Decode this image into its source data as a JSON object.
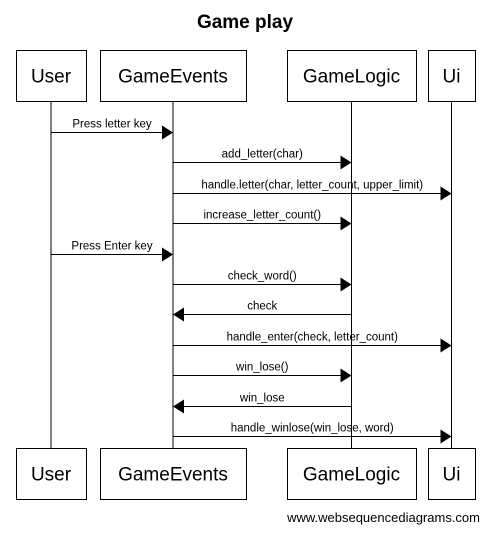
{
  "title": "Game play",
  "participants": [
    {
      "id": "user",
      "label": "User"
    },
    {
      "id": "gameevents",
      "label": "GameEvents"
    },
    {
      "id": "gamelogic",
      "label": "GameLogic"
    },
    {
      "id": "ui",
      "label": "Ui"
    }
  ],
  "messages": [
    {
      "from": "user",
      "to": "gameevents",
      "label": "Press letter key"
    },
    {
      "from": "gameevents",
      "to": "gamelogic",
      "label": "add_letter(char)"
    },
    {
      "from": "gameevents",
      "to": "ui",
      "label": "handle.letter(char, letter_count, upper_limit)"
    },
    {
      "from": "gameevents",
      "to": "gamelogic",
      "label": "increase_letter_count()"
    },
    {
      "from": "user",
      "to": "gameevents",
      "label": "Press Enter key"
    },
    {
      "from": "gameevents",
      "to": "gamelogic",
      "label": "check_word()"
    },
    {
      "from": "gamelogic",
      "to": "gameevents",
      "label": "check"
    },
    {
      "from": "gameevents",
      "to": "ui",
      "label": "handle_enter(check, letter_count)"
    },
    {
      "from": "gameevents",
      "to": "gamelogic",
      "label": "win_lose()"
    },
    {
      "from": "gamelogic",
      "to": "gameevents",
      "label": "win_lose"
    },
    {
      "from": "gameevents",
      "to": "ui",
      "label": "handle_winlose(win_lose, word)"
    }
  ],
  "watermark": "www.websequencediagrams.com"
}
